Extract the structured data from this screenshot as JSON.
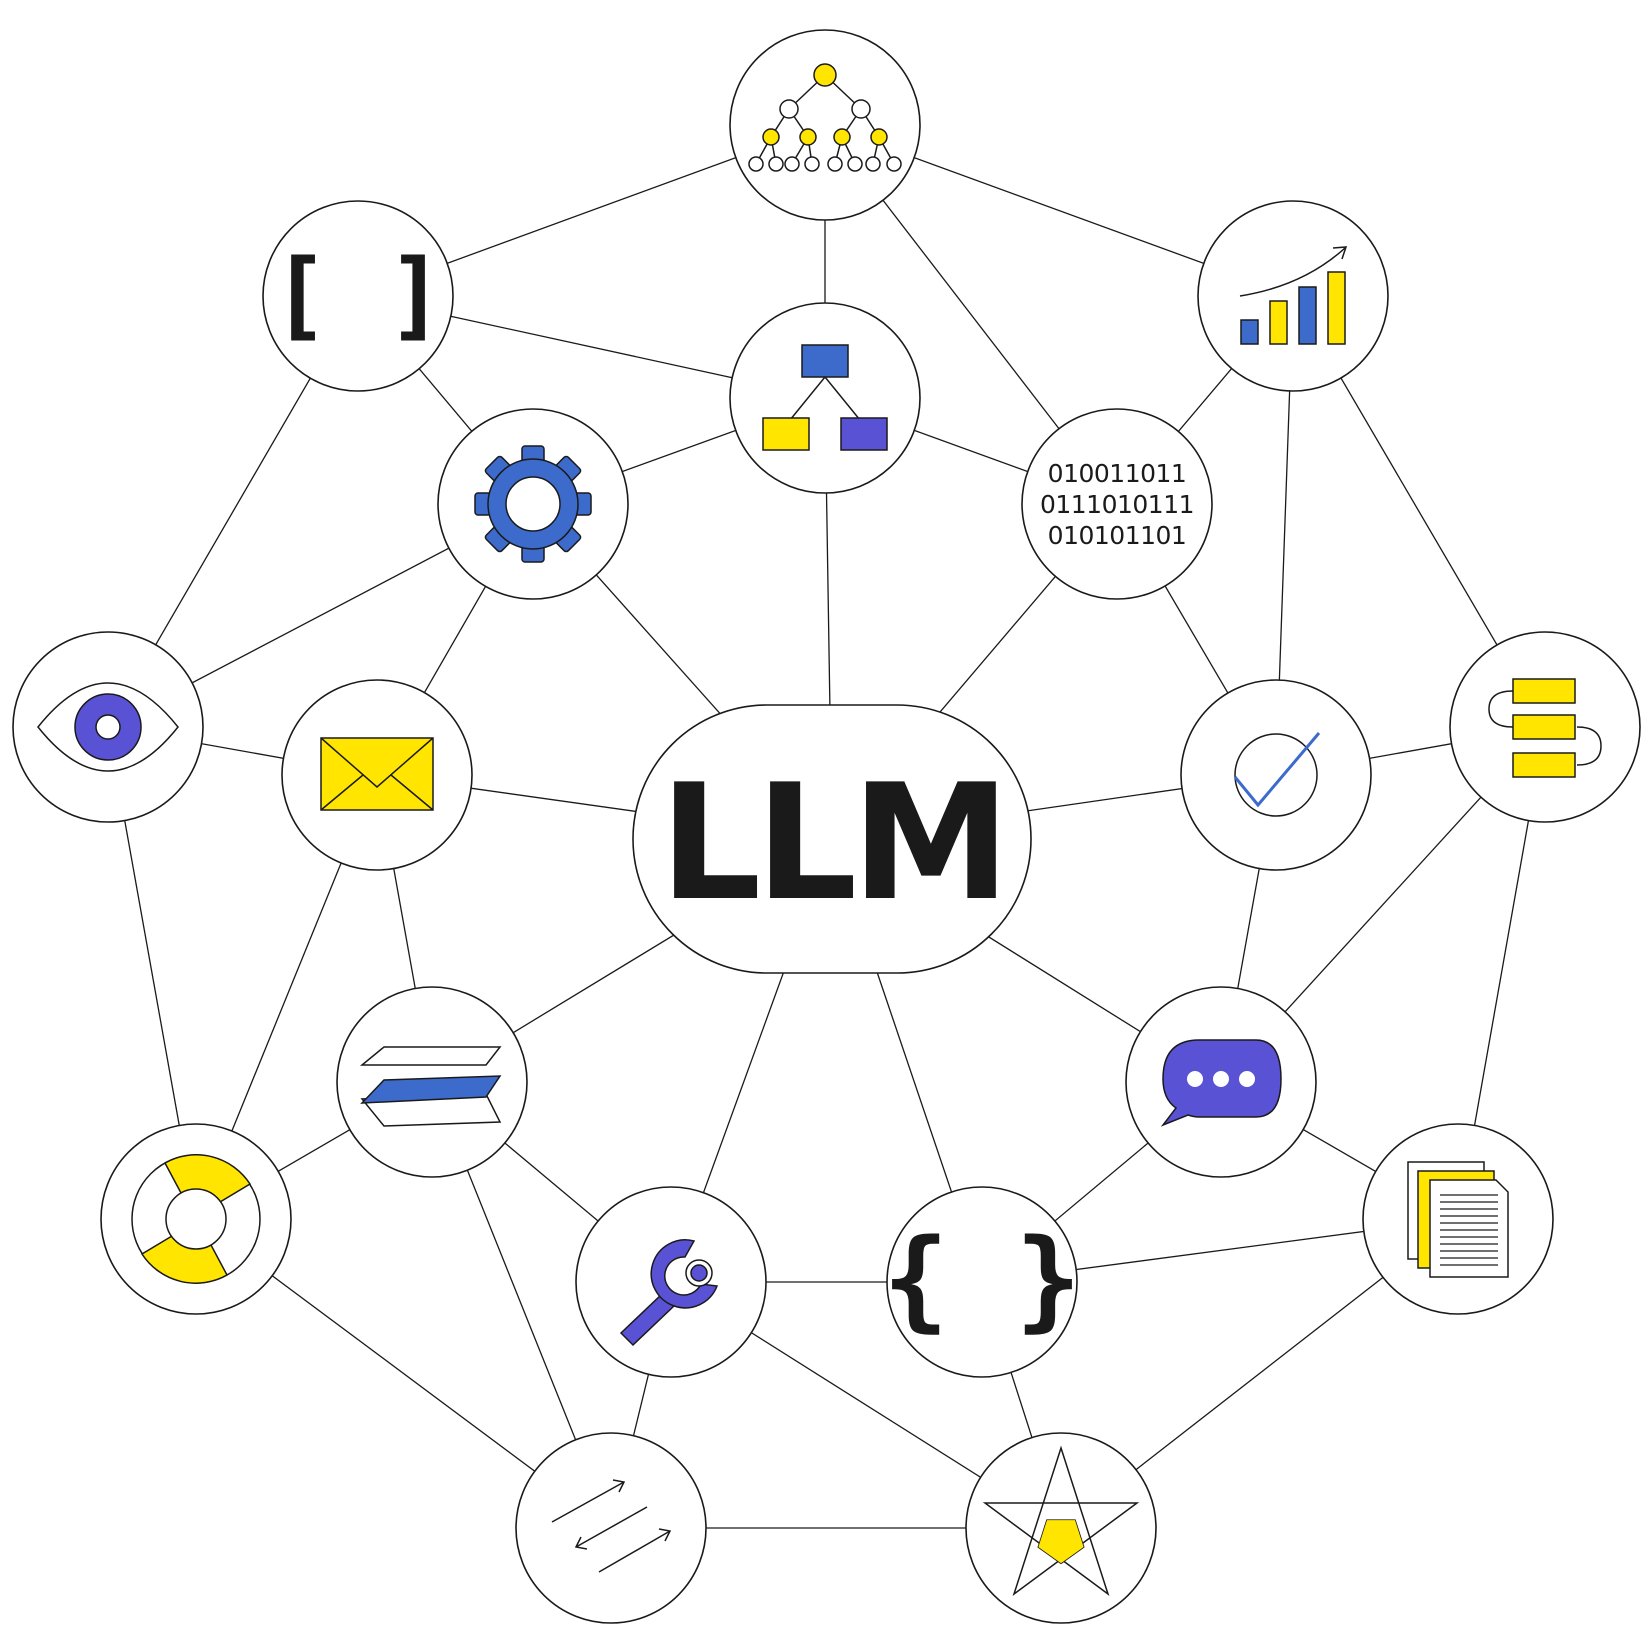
{
  "center": {
    "label": "LLM"
  },
  "colors": {
    "yellow": "#FFE500",
    "blue": "#3D6BCC",
    "purple": "#5A52D5",
    "ink": "#1a1a1a",
    "background": "#ffffff"
  },
  "nodes": [
    {
      "id": "tree",
      "icon": "tree-hierarchy-icon"
    },
    {
      "id": "brackets",
      "icon": "square-brackets-icon",
      "text": "[ ]"
    },
    {
      "id": "chart",
      "icon": "bar-chart-growth-icon"
    },
    {
      "id": "org",
      "icon": "org-chart-icon"
    },
    {
      "id": "gear",
      "icon": "gear-icon"
    },
    {
      "id": "binary",
      "icon": "binary-code-icon",
      "lines": [
        "010011011",
        "0111010111",
        "010101101"
      ]
    },
    {
      "id": "eye",
      "icon": "eye-icon"
    },
    {
      "id": "mail",
      "icon": "envelope-icon"
    },
    {
      "id": "check",
      "icon": "checkmark-icon"
    },
    {
      "id": "flow",
      "icon": "process-flow-icon"
    },
    {
      "id": "layers",
      "icon": "layers-icon"
    },
    {
      "id": "chat",
      "icon": "chat-bubble-icon"
    },
    {
      "id": "ring",
      "icon": "ring-chart-icon"
    },
    {
      "id": "docs",
      "icon": "documents-icon"
    },
    {
      "id": "wrench",
      "icon": "wrench-icon"
    },
    {
      "id": "braces",
      "icon": "curly-braces-icon",
      "text": "{ }"
    },
    {
      "id": "arrows",
      "icon": "transfer-arrows-icon"
    },
    {
      "id": "star",
      "icon": "star-icon"
    }
  ],
  "edges": [
    [
      "tree",
      "brackets"
    ],
    [
      "tree",
      "chart"
    ],
    [
      "tree",
      "org"
    ],
    [
      "tree",
      "binary"
    ],
    [
      "brackets",
      "org"
    ],
    [
      "brackets",
      "gear"
    ],
    [
      "brackets",
      "eye"
    ],
    [
      "chart",
      "binary"
    ],
    [
      "chart",
      "check"
    ],
    [
      "chart",
      "flow"
    ],
    [
      "org",
      "gear"
    ],
    [
      "org",
      "binary"
    ],
    [
      "org",
      "llm"
    ],
    [
      "gear",
      "eye"
    ],
    [
      "gear",
      "mail"
    ],
    [
      "gear",
      "llm"
    ],
    [
      "binary",
      "llm"
    ],
    [
      "binary",
      "check"
    ],
    [
      "eye",
      "mail"
    ],
    [
      "eye",
      "ring"
    ],
    [
      "mail",
      "llm"
    ],
    [
      "mail",
      "layers"
    ],
    [
      "mail",
      "ring"
    ],
    [
      "check",
      "llm"
    ],
    [
      "check",
      "flow"
    ],
    [
      "check",
      "chat"
    ],
    [
      "flow",
      "chat"
    ],
    [
      "flow",
      "docs"
    ],
    [
      "llm",
      "layers"
    ],
    [
      "llm",
      "wrench"
    ],
    [
      "llm",
      "braces"
    ],
    [
      "llm",
      "chat"
    ],
    [
      "layers",
      "ring"
    ],
    [
      "layers",
      "wrench"
    ],
    [
      "layers",
      "arrows"
    ],
    [
      "chat",
      "braces"
    ],
    [
      "chat",
      "docs"
    ],
    [
      "ring",
      "arrows"
    ],
    [
      "wrench",
      "braces"
    ],
    [
      "wrench",
      "arrows"
    ],
    [
      "wrench",
      "star"
    ],
    [
      "braces",
      "docs"
    ],
    [
      "braces",
      "star"
    ],
    [
      "docs",
      "star"
    ],
    [
      "arrows",
      "star"
    ]
  ]
}
